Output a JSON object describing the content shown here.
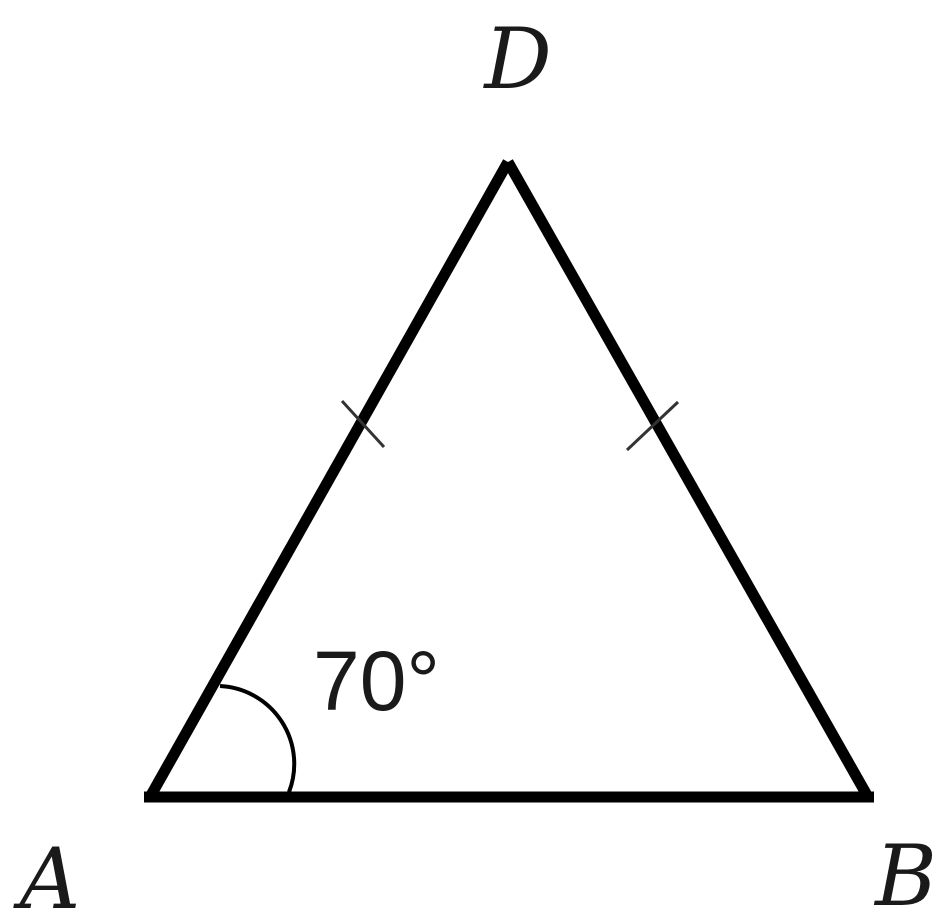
{
  "diagram": {
    "vertices": {
      "a": "A",
      "b": "B",
      "d": "D"
    },
    "angle_a_label": "70°",
    "stroke_color": "#000000",
    "text_color": "#1a1a1a"
  }
}
